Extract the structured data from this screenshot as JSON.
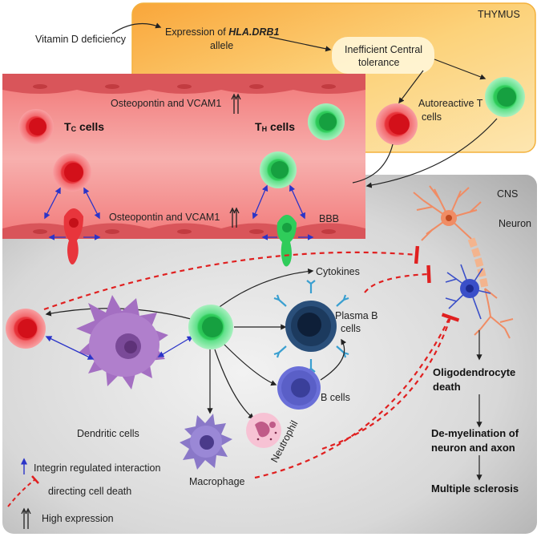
{
  "labels": {
    "vitamin_d": "Vitamin D deficiency",
    "expression_line1_prefix": "Expression of ",
    "expression_allele": "HLA.DRB1",
    "expression_line2": "allele",
    "thymus": "THYMUS",
    "tolerance_line1": "Inefficient Central",
    "tolerance_line2": "tolerance",
    "autoreactive_line1": "Autoreactive T",
    "autoreactive_line2": "cells",
    "osteopontin_top": "Osteopontin and VCAM1",
    "osteopontin_bottom": "Osteopontin and VCAM1",
    "tc_main": "T",
    "tc_sub": "C",
    "tc_suffix": " cells",
    "th_main": "T",
    "th_sub": "H",
    "th_suffix": " cells",
    "bbb": "BBB",
    "cns": "CNS",
    "neuron": "Neuron",
    "cytokines": "Cytokines",
    "plasma_b_line1": "Plasma B",
    "plasma_b_line2": "cells",
    "b_cells": "B cells",
    "dendritic": "Dendritic cells",
    "macrophage": "Macrophage",
    "neutrophil": "Neutrophil",
    "oligo_line1": "Oligodendrocyte",
    "oligo_line2": "death",
    "demyelination_line1": "De-myelination of",
    "demyelination_line2": "neuron and axon",
    "ms": "Multiple sclerosis"
  },
  "legend": {
    "integrin": "Integrin regulated interaction",
    "death": "directing cell death",
    "high": "High expression"
  },
  "colors": {
    "thymus_fill": "#fbc25a",
    "vessel": "#e86a6e",
    "cns_gray": "#c9c9c9",
    "tc_red": "#e8353c",
    "th_green": "#2fcc5a",
    "arrow_blue": "#2b34c8",
    "death_red": "#e02020",
    "dendritic": "#a46fc2",
    "plasma": "#2a4f7a",
    "b_cell": "#5a5fc7",
    "neuron_orange": "#f08c64"
  }
}
